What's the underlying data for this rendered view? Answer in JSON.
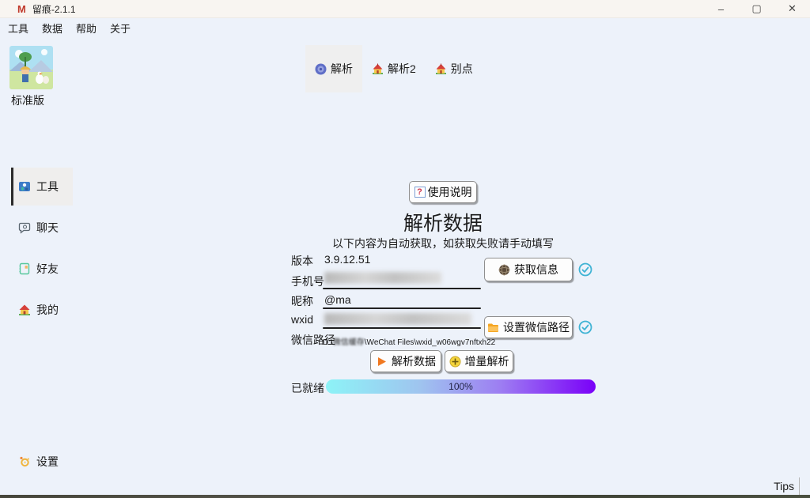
{
  "window": {
    "logo_letter": "M",
    "title": "留痕-2.1.1",
    "controls": {
      "minimize": "–",
      "maximize": "▢",
      "close": "✕"
    }
  },
  "menu": {
    "items": [
      "工具",
      "数据",
      "帮助",
      "关于"
    ]
  },
  "edition": {
    "label": "标准版"
  },
  "tabs": [
    {
      "label": "解析",
      "icon": "disc-icon",
      "active": true
    },
    {
      "label": "解析2",
      "icon": "house-icon",
      "active": false
    },
    {
      "label": "别点",
      "icon": "house-icon",
      "active": false
    }
  ],
  "sidebar": {
    "items": [
      {
        "label": "工具",
        "icon": "toolbox-icon",
        "active": true
      },
      {
        "label": "聊天",
        "icon": "chat-bubble-icon",
        "active": false
      },
      {
        "label": "好友",
        "icon": "contacts-book-icon",
        "active": false
      },
      {
        "label": "我的",
        "icon": "house-icon",
        "active": false
      }
    ],
    "settings": {
      "label": "设置",
      "icon": "gear-icon"
    }
  },
  "main": {
    "help_button": {
      "label": "使用说明",
      "icon": "question-icon"
    },
    "title": "解析数据",
    "subtitle": "以下内容为自动获取，如获取失败请手动填写",
    "fields": {
      "version": {
        "label": "版本",
        "value": "3.9.12.51"
      },
      "phone": {
        "label": "手机号",
        "value": "",
        "redacted": true
      },
      "nickname": {
        "label": "昵称",
        "value": "@ma"
      },
      "wxid": {
        "label": "wxid",
        "value": "",
        "redacted": true
      },
      "path": {
        "label": "微信路径",
        "prefix": "D:\\",
        "blurred_segment": "微信缓存",
        "rest": "\\WeChat Files\\wxid_w06wgv7nftxh22"
      }
    },
    "buttons": {
      "get_info": {
        "label": "获取信息",
        "icon": "web-ball-icon",
        "status_icon": "check-circle-icon"
      },
      "set_path": {
        "label": "设置微信路径",
        "icon": "folder-icon",
        "status_icon": "check-circle-icon"
      },
      "parse": {
        "label": "解析数据",
        "icon": "play-icon"
      },
      "incremental": {
        "label": "增量解析",
        "icon": "plus-circle-icon"
      }
    },
    "status": {
      "label": "已就绪",
      "progress_text": "100%",
      "progress_value": 100
    }
  },
  "footer": {
    "tips": "Tips"
  },
  "colors": {
    "app_background": "#edf2fa",
    "titlebar_background": "#f8f5f1",
    "active_tab_background": "#efefef",
    "progress_gradient_start": "#8df3f7",
    "progress_gradient_end": "#7a00f8",
    "check_accent": "#3fb3d4",
    "logo_red": "#c0392b"
  }
}
